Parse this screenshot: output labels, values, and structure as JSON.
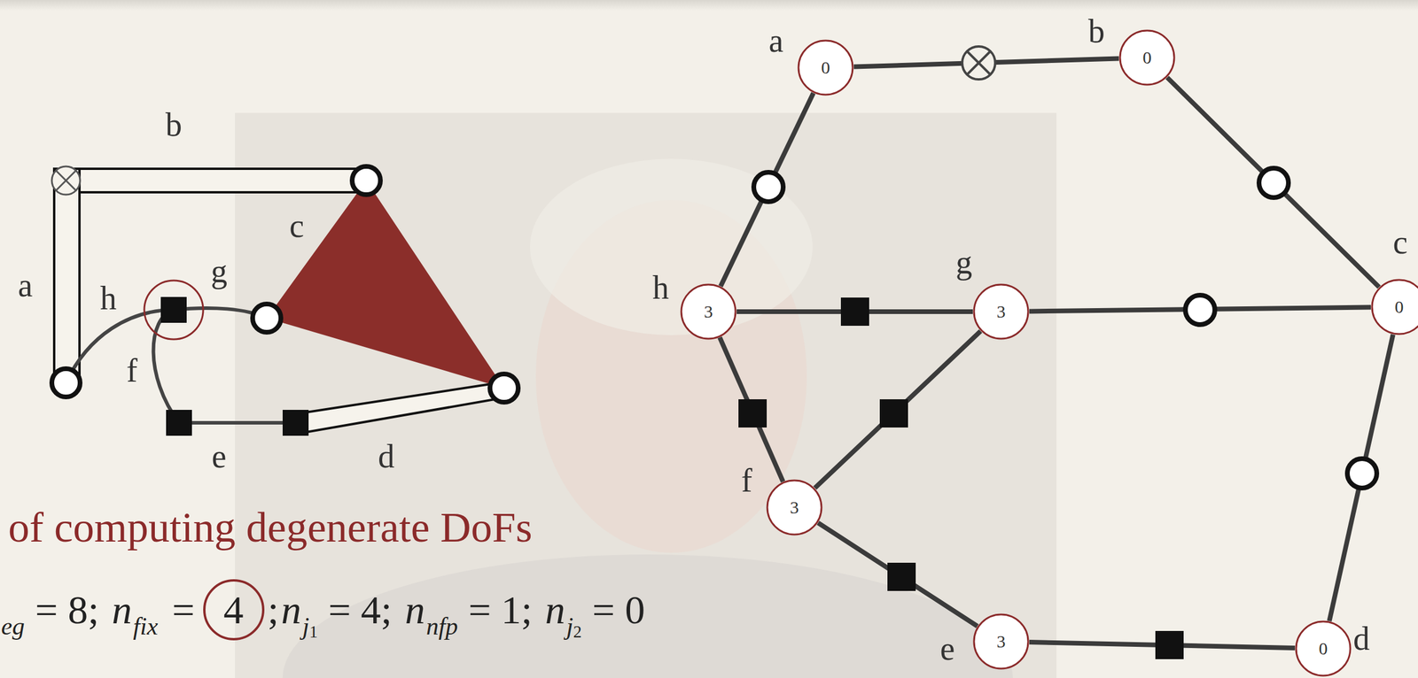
{
  "diagram": {
    "title": "of computing degenerate DoFs",
    "nodes": [
      {
        "text": [
          "a",
          "0"
        ]
      },
      {
        "text": [
          "b",
          "0"
        ]
      },
      {
        "text": [
          "h",
          "3"
        ]
      },
      {
        "text": [
          "g",
          "3"
        ]
      },
      {
        "text": [
          "c",
          "0"
        ]
      },
      {
        "text": [
          "f",
          "3"
        ]
      },
      {
        "text": [
          "e",
          "3"
        ]
      },
      {
        "text": [
          "d",
          "0"
        ]
      }
    ],
    "edges": [
      {
        "from": 0,
        "to": 1,
        "arrow": "none"
      },
      {
        "from": 1,
        "to": 4,
        "arrow": "none"
      },
      {
        "from": 0,
        "to": 2,
        "arrow": "none"
      },
      {
        "from": 2,
        "to": 3,
        "arrow": "none"
      },
      {
        "from": 3,
        "to": 4,
        "arrow": "none"
      },
      {
        "from": 2,
        "to": 5,
        "arrow": "none"
      },
      {
        "from": 3,
        "to": 5,
        "arrow": "none"
      },
      {
        "from": 4,
        "to": 7,
        "arrow": "none"
      },
      {
        "from": 5,
        "to": 6,
        "arrow": "none"
      },
      {
        "from": 6,
        "to": 7,
        "arrow": "none"
      }
    ],
    "labels": [
      "b",
      "c",
      "a",
      "h",
      "g",
      "f",
      "e",
      "d",
      "eg",
      "= 8;",
      "n",
      "fix",
      "=",
      "4",
      ";",
      "n",
      "j",
      "1",
      "= 4;",
      "n",
      "nfp",
      "= 1;",
      "n",
      "j",
      "2",
      "= 0"
    ]
  }
}
